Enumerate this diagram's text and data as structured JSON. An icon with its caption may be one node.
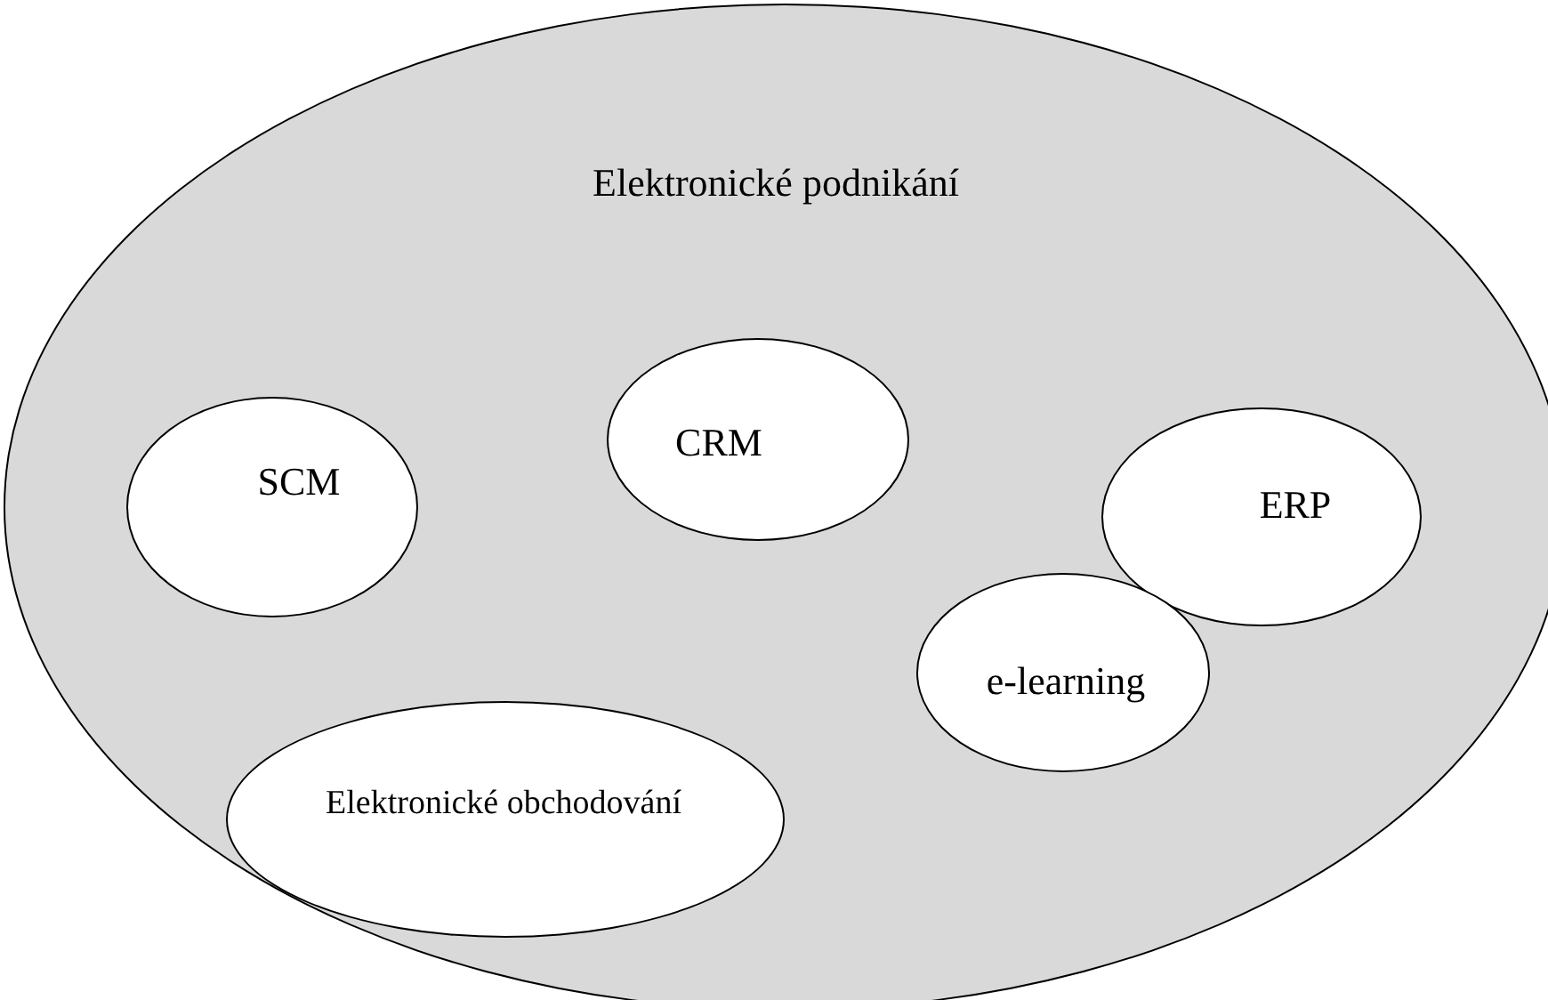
{
  "diagram": {
    "nodes": [
      {
        "text": [
          "Elektronické podnikání"
        ]
      },
      {
        "text": [
          "SCM"
        ],
        "in": 0
      },
      {
        "text": [
          "CRM"
        ],
        "in": 0
      },
      {
        "text": [
          "ERP"
        ],
        "in": 0
      },
      {
        "text": [
          "e-learning"
        ],
        "in": 0
      },
      {
        "text": [
          "Elektronické obchodování"
        ],
        "in": 0
      }
    ]
  }
}
